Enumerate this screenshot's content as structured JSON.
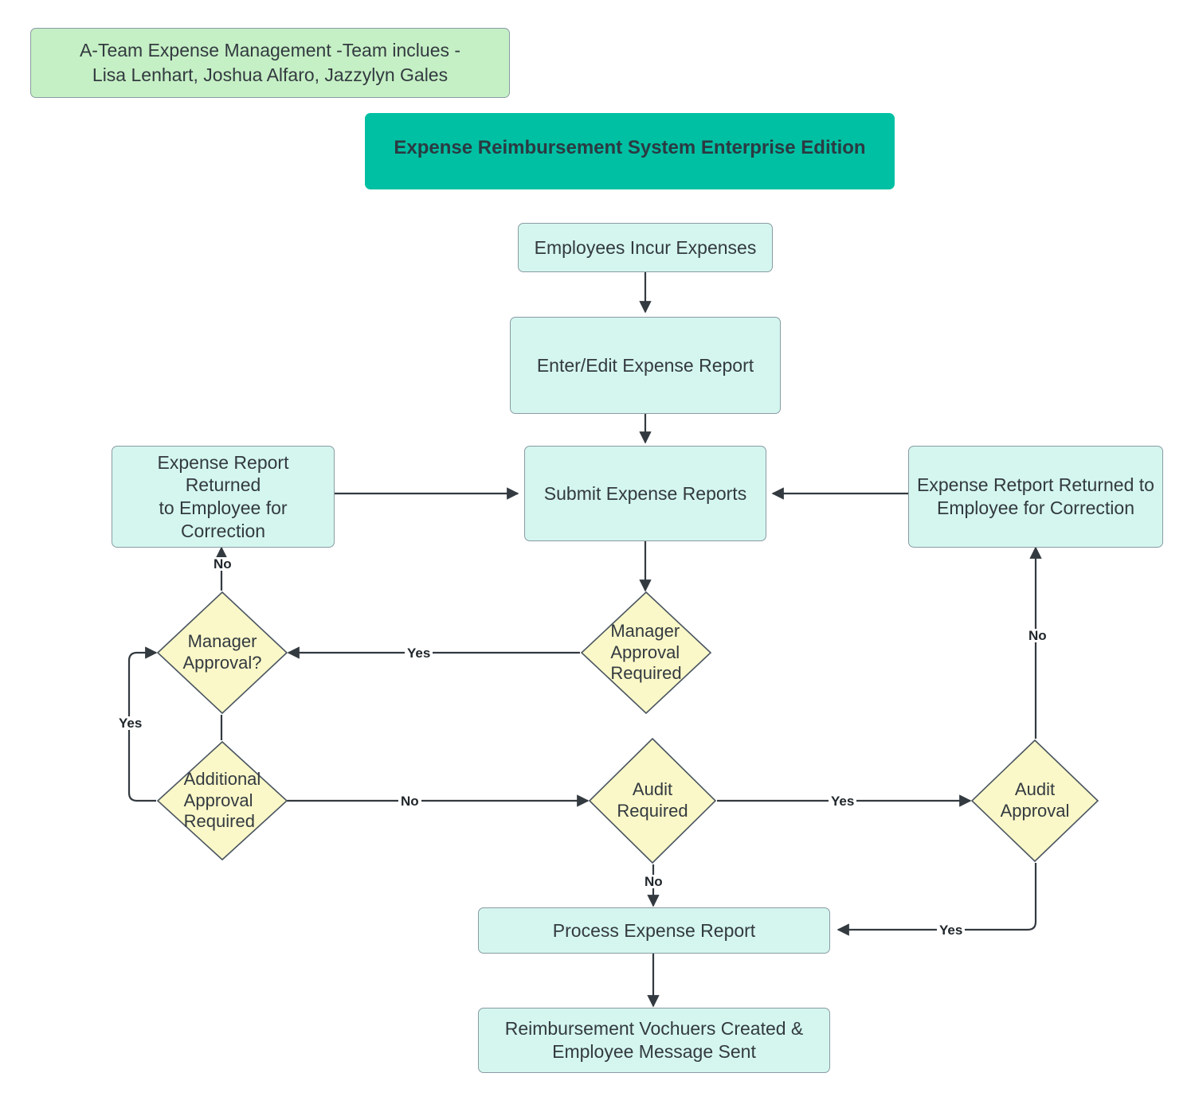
{
  "diagram": {
    "title": "Expense Reimbursement System Enterprise Edition",
    "type": "flowchart",
    "colors": {
      "process_fill": "#d4f6ef",
      "decision_fill": "#faf8c8",
      "note_fill": "#c5f0c5",
      "banner_fill": "#00c0a3",
      "stroke": "#8a9ba3",
      "edge": "#333a40",
      "text": "#333a40"
    }
  },
  "note": {
    "line1": "A-Team Expense Management  -Team inclues -",
    "line2": "Lisa Lenhart, Joshua Alfaro, Jazzylyn Gales"
  },
  "banner": {
    "label": "Expense Reimbursement System Enterprise Edition"
  },
  "nodes": {
    "employees_incur": {
      "label": "Employees Incur Expenses",
      "shape": "process"
    },
    "enter_edit": {
      "label": "Enter/Edit Expense Report",
      "shape": "process"
    },
    "submit": {
      "label": "Submit Expense Reports",
      "shape": "process"
    },
    "returned_left_l1": "Expense Report Returned",
    "returned_left_l2": "to Employee for Correction",
    "returned_right_l1": "Expense Retport Returned to",
    "returned_right_l2": "Employee for Correction",
    "manager_approval_q": {
      "label": "Manager\nApproval?",
      "shape": "decision"
    },
    "manager_approval_req": {
      "label": "Manager\nApproval\nRequired",
      "shape": "decision"
    },
    "additional_approval_req": {
      "label": "Additional\nApproval\nRequired",
      "shape": "decision"
    },
    "audit_required": {
      "label": "Audit\nRequired",
      "shape": "decision"
    },
    "audit_approval": {
      "label": "Audit\nApproval",
      "shape": "decision"
    },
    "process_expense": {
      "label": "Process Expense Report",
      "shape": "process"
    },
    "reimbursement_l1": "Reimbursement Vochuers Created &",
    "reimbursement_l2": "Employee Message Sent"
  },
  "edge_labels": {
    "manager_req_yes": "Yes",
    "manager_q_no": "No",
    "additional_yes": "Yes",
    "additional_no": "No",
    "audit_required_yes": "Yes",
    "audit_required_no": "No",
    "audit_approval_no": "No",
    "audit_approval_yes": "Yes"
  }
}
